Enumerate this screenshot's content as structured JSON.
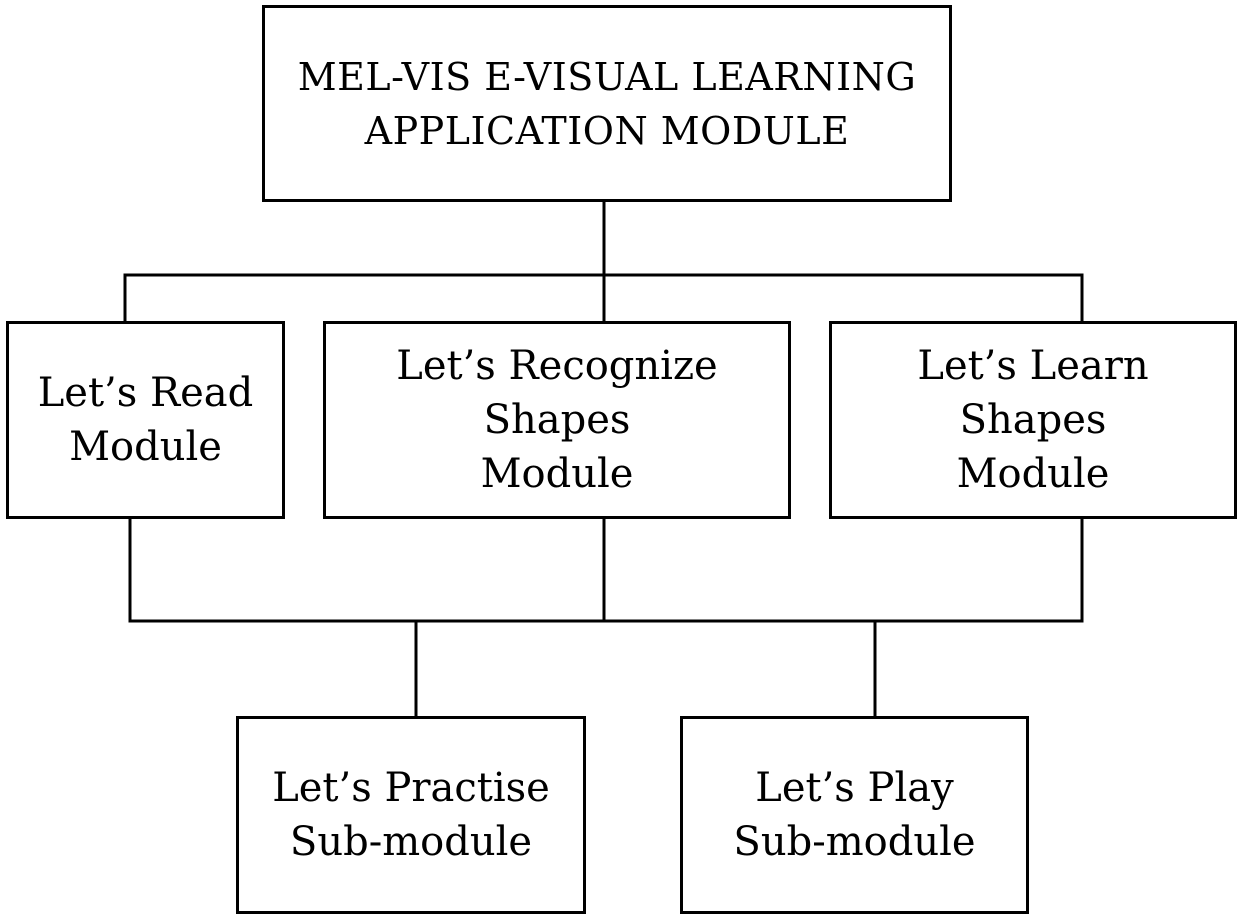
{
  "root": {
    "line1": "MEL-VIS E-VISUAL LEARNING",
    "line2": "APPLICATION MODULE"
  },
  "modules": [
    {
      "line1": "Let’s Read",
      "line2": "Module"
    },
    {
      "line1": "Let’s Recognize",
      "line2": "Shapes",
      "line3": "Module"
    },
    {
      "line1": "Let’s Learn",
      "line2": "Shapes",
      "line3": "Module"
    }
  ],
  "submodules": [
    {
      "line1": "Let’s Practise",
      "line2": "Sub-module"
    },
    {
      "line1": "Let’s Play",
      "line2": "Sub-module"
    }
  ]
}
